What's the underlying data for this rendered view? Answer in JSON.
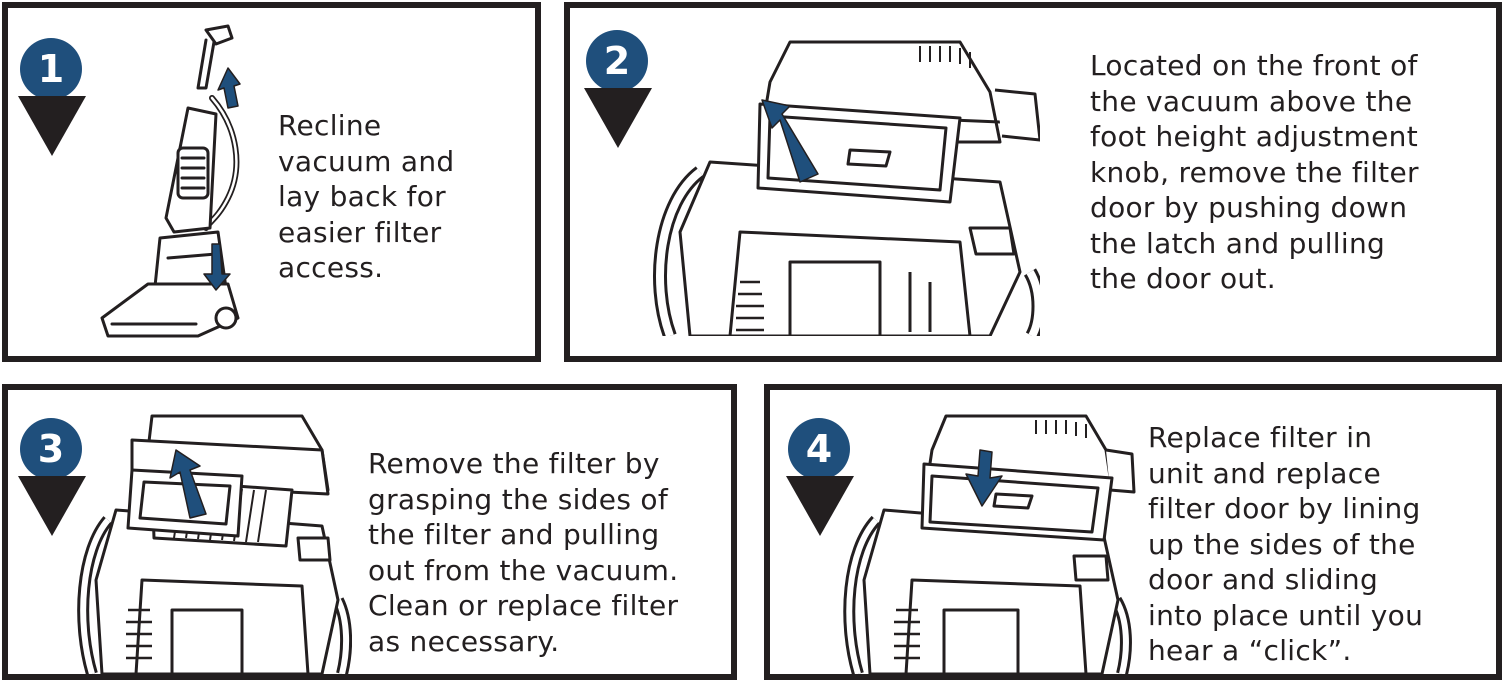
{
  "colors": {
    "badge": "#1f4f7c",
    "ink": "#231f20",
    "arrow": "#1f4f7c"
  },
  "steps": [
    {
      "number": "1",
      "text": "Recline\nvacuum and\nlay back for\neasier filter\naccess.",
      "illustration": "upright-vacuum-reclined-icon"
    },
    {
      "number": "2",
      "text": "Located on the front of\nthe vacuum above the\nfoot height adjustment\nknob, remove the filter\ndoor by pushing down\nthe latch and pulling\nthe door out.",
      "illustration": "filter-door-removal-icon"
    },
    {
      "number": "3",
      "text": "Remove the filter by\ngrasping the sides of\nthe filter and pulling\nout from the vacuum.\nClean or replace filter\nas necessary.",
      "illustration": "filter-removal-icon"
    },
    {
      "number": "4",
      "text": "Replace filter in\nunit and replace\nfilter door by lining\nup the sides of the\ndoor and sliding\ninto place until you\nhear a “click”.",
      "illustration": "filter-door-install-icon"
    }
  ]
}
